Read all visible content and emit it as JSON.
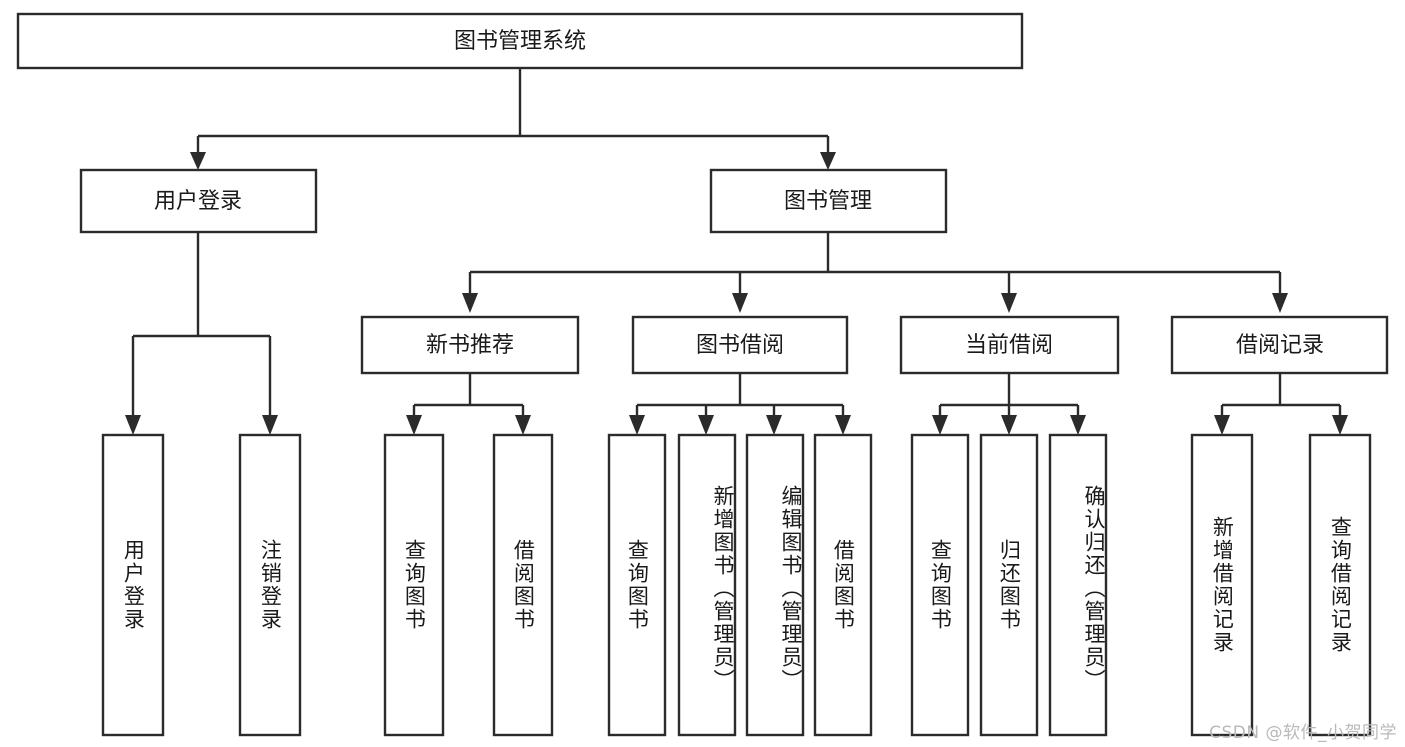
{
  "diagram": {
    "type": "tree",
    "title_node": {
      "id": "root",
      "label": "图书管理系统"
    },
    "level2": [
      {
        "id": "user-login",
        "label": "用户登录"
      },
      {
        "id": "book-management",
        "label": "图书管理"
      }
    ],
    "level3": [
      {
        "id": "new-book-recommend",
        "label": "新书推荐",
        "parent": "book-management"
      },
      {
        "id": "book-borrow",
        "label": "图书借阅",
        "parent": "book-management"
      },
      {
        "id": "current-borrow",
        "label": "当前借阅",
        "parent": "book-management"
      },
      {
        "id": "borrow-record",
        "label": "借阅记录",
        "parent": "book-management"
      }
    ],
    "leaves": [
      {
        "id": "leaf-user-login",
        "label": "用户登录",
        "parent": "user-login"
      },
      {
        "id": "leaf-logout-login",
        "label": "注销登录",
        "parent": "user-login"
      },
      {
        "id": "leaf-query-book-1",
        "label": "查询图书",
        "parent": "new-book-recommend"
      },
      {
        "id": "leaf-borrow-book-1",
        "label": "借阅图书",
        "parent": "new-book-recommend"
      },
      {
        "id": "leaf-query-book-2",
        "label": "查询图书",
        "parent": "book-borrow"
      },
      {
        "id": "leaf-add-book",
        "label": "新增图书（管理员）",
        "parent": "book-borrow"
      },
      {
        "id": "leaf-edit-book",
        "label": "编辑图书（管理员）",
        "parent": "book-borrow"
      },
      {
        "id": "leaf-borrow-book-2",
        "label": "借阅图书",
        "parent": "book-borrow"
      },
      {
        "id": "leaf-query-book-3",
        "label": "查询图书",
        "parent": "current-borrow"
      },
      {
        "id": "leaf-return-book",
        "label": "归还图书",
        "parent": "current-borrow"
      },
      {
        "id": "leaf-confirm-return",
        "label": "确认归还（管理员）",
        "parent": "current-borrow"
      },
      {
        "id": "leaf-add-record",
        "label": "新增借阅记录",
        "parent": "borrow-record"
      },
      {
        "id": "leaf-query-record",
        "label": "查询借阅记录",
        "parent": "borrow-record"
      }
    ]
  },
  "watermark": {
    "text": "CSDN @软件_小贺同学"
  },
  "colors": {
    "stroke": "#2b2b2b",
    "fill": "#ffffff",
    "text": "#1a1a1a",
    "watermark": "#b9b9b9"
  }
}
